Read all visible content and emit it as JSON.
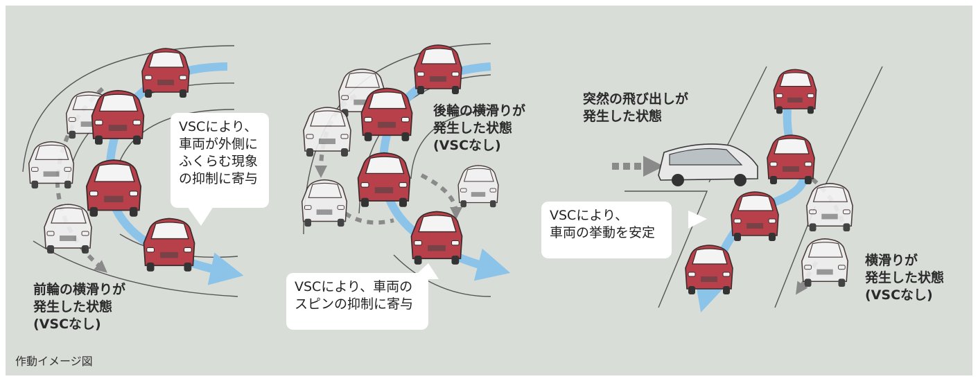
{
  "caption": "作動イメージ図",
  "panel_front": {
    "bubble_lines": [
      "VSCにより、",
      "車両が外側に",
      "ふくらむ現象",
      "の抑制に寄与"
    ],
    "state_lines": [
      "前輪の横滑りが",
      "発生した状態",
      "(VSCなし)"
    ]
  },
  "panel_rear": {
    "state_lines": [
      "後輪の横滑りが",
      "発生した状態",
      "(VSCなし)"
    ],
    "bubble_lines": [
      "VSCにより、車両の",
      "スピンの抑制に寄与"
    ]
  },
  "panel_dash": {
    "event_lines": [
      "突然の飛び出しが",
      "発生した状態"
    ],
    "bubble_lines": [
      "VSCにより、",
      "車両の挙動を安定"
    ],
    "state_lines": [
      "横滑りが",
      "発生した状態",
      "(VSCなし)"
    ]
  },
  "colors": {
    "background": "#d9ddd8",
    "car_red": "#b8404b",
    "path_blue": "#8cc3e8",
    "ghost_car": "#eeeeee",
    "arrow_grey": "#8a8a8a"
  }
}
